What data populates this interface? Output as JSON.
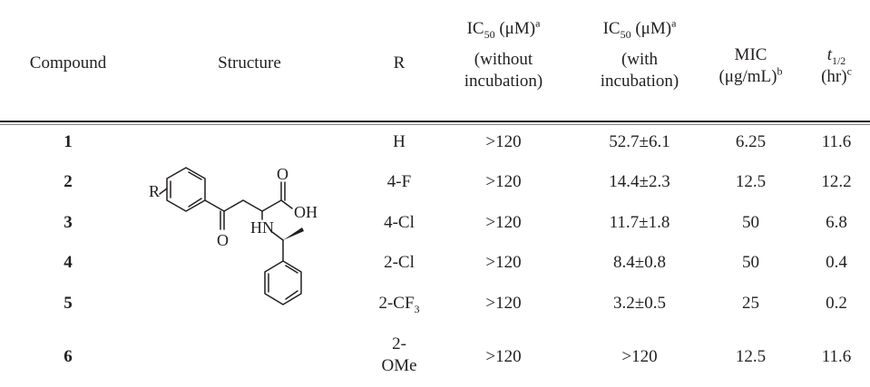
{
  "header": {
    "compound": "Compound",
    "structure": "Structure",
    "r": "R",
    "ic50_without": {
      "prefix": "IC",
      "sub": "50",
      "unit": " (μM)",
      "sup": "a",
      "line2": "(without",
      "line3": "incubation)"
    },
    "ic50_with": {
      "prefix": "IC",
      "sub": "50",
      "unit": " (μM)",
      "sup": "a",
      "line2": "(with",
      "line3": "incubation)"
    },
    "mic": {
      "line1": "MIC",
      "line2": "(μg/mL)",
      "sup": "b"
    },
    "half_life": {
      "t": "t",
      "sub": "1/2",
      "line2": "(hr)",
      "sup": "c"
    }
  },
  "structure_labels": {
    "r": "R",
    "o_top": "O",
    "oh": "OH",
    "o_ketone": "O",
    "hn": "HN"
  },
  "rows": [
    {
      "compound": "1",
      "r_main": "H",
      "r_sub": "",
      "r_line2": "",
      "ic50_without": ">120",
      "ic50_with": "52.7±6.1",
      "mic": "6.25",
      "t_half": "11.6"
    },
    {
      "compound": "2",
      "r_main": "4-F",
      "r_sub": "",
      "r_line2": "",
      "ic50_without": ">120",
      "ic50_with": "14.4±2.3",
      "mic": "12.5",
      "t_half": "12.2"
    },
    {
      "compound": "3",
      "r_main": "4-Cl",
      "r_sub": "",
      "r_line2": "",
      "ic50_without": ">120",
      "ic50_with": "11.7±1.8",
      "mic": "50",
      "t_half": "6.8"
    },
    {
      "compound": "4",
      "r_main": "2-Cl",
      "r_sub": "",
      "r_line2": "",
      "ic50_without": ">120",
      "ic50_with": "8.4±0.8",
      "mic": "50",
      "t_half": "0.4"
    },
    {
      "compound": "5",
      "r_main": "2-CF",
      "r_sub": "3",
      "r_line2": "",
      "ic50_without": ">120",
      "ic50_with": "3.2±0.5",
      "mic": "25",
      "t_half": "0.2"
    },
    {
      "compound": "6",
      "r_main": "2-",
      "r_sub": "",
      "r_line2": "OMe",
      "ic50_without": ">120",
      "ic50_with": ">120",
      "mic": "12.5",
      "t_half": "11.6"
    }
  ]
}
